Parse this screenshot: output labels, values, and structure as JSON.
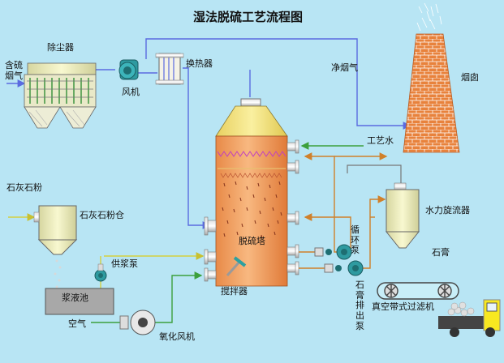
{
  "title": "湿法脱硫工艺流程图",
  "labels": {
    "flue_gas_in": "含硫\n烟气",
    "dust_collector": "除尘器",
    "fan": "风机",
    "heat_exchanger": "换热器",
    "clean_flue_gas": "净烟气",
    "chimney": "烟囱",
    "process_water": "工艺水",
    "limestone_powder": "石灰石粉",
    "limestone_silo": "石灰石粉仓",
    "slurry_feed_pump": "供浆泵",
    "slurry_tank": "浆液池",
    "air": "空气",
    "oxidation_fan": "氧化风机",
    "agitator": "搅拌器",
    "absorber": "脱硫塔",
    "circulation_pump": "循环泵",
    "gypsum_pump": "石膏排出泵",
    "hydrocyclone": "水力旋流器",
    "gypsum": "石膏",
    "vacuum_belt_filter": "真空带式过滤机"
  },
  "colors": {
    "background": "#B8E5F4",
    "gas_line": "#5A6BE0",
    "water_line": "#3CA03C",
    "slurry_line": "#D0802A",
    "feed_line": "#D4D040",
    "tower_body": "#F4A060",
    "tower_top": "#F6E27A",
    "brick": "#E8823C",
    "tank": "#F3F0B2",
    "truck": "#F8E820"
  }
}
